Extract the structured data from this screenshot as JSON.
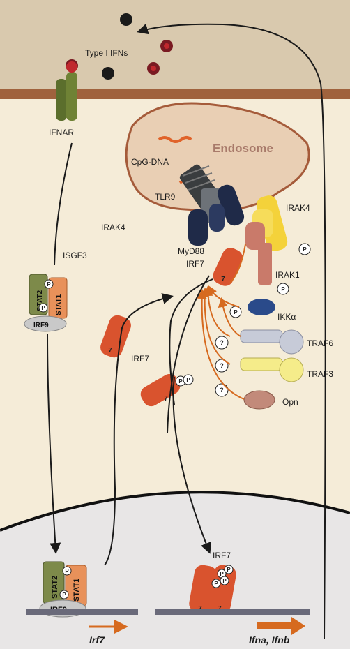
{
  "labels": {
    "type1_ifns": "Type I IFNs",
    "ifnar": "IFNAR",
    "endosome": "Endosome",
    "cpg_dna": "CpG-DNA",
    "tlr9": "TLR9",
    "irak4_left": "IRAK4",
    "irak4_right": "IRAK4",
    "isgf3": "ISGF3",
    "myd88": "MyD88",
    "irf7_center": "IRF7",
    "irak1": "IRAK1",
    "ikka": "IKKα",
    "traf6": "TRAF6",
    "traf3": "TRAF3",
    "opn": "Opn",
    "irf7_left": "IRF7",
    "irf7_nucleus": "IRF7",
    "stat2_top": "STAT2",
    "stat1_top": "STAT1",
    "irf9_top": "IRF9",
    "stat2_bottom": "STAT2",
    "stat1_bottom": "STAT1",
    "irf9_bottom": "IRF9",
    "gene_irf7": "Irf7",
    "gene_ifn": "Ifna, Ifnb",
    "p": "P",
    "q": "?",
    "seven": "7"
  },
  "colors": {
    "extracellular": "#d9c9ae",
    "membrane": "#a0623d",
    "cytoplasm": "#f5ecd8",
    "nucleus": "#e8e6e6",
    "endosome_fill": "#e9cfb4",
    "endosome_border": "#a55b3a",
    "irf7": "#d9532e",
    "ifnar": "#5b6e2c",
    "stat2": "#7d8a4a",
    "stat1": "#e8915a",
    "irf9": "#c9c9c9",
    "tlr9": "#3a3d3f",
    "myd88": "#1f2a48",
    "irak4": "#f4d23a",
    "irak1": "#c97a6a",
    "ikka": "#2a4a8a",
    "traf6": "#c7cbd8",
    "traf3": "#f5ec8a",
    "opn": "#c28a7a",
    "arrow_orange": "#d66a1f",
    "dna": "#6a6a7a"
  }
}
